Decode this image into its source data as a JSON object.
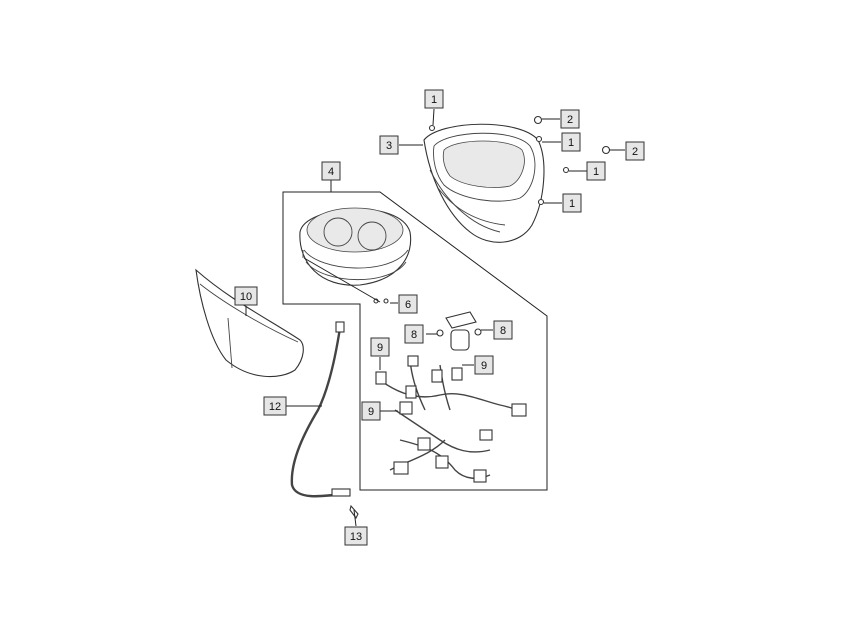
{
  "diagram": {
    "callouts": [
      {
        "id": "c1a",
        "label": "1"
      },
      {
        "id": "c1b",
        "label": "1"
      },
      {
        "id": "c1c",
        "label": "1"
      },
      {
        "id": "c1d",
        "label": "1"
      },
      {
        "id": "c2a",
        "label": "2"
      },
      {
        "id": "c2b",
        "label": "2"
      },
      {
        "id": "c3",
        "label": "3"
      },
      {
        "id": "c4",
        "label": "4"
      },
      {
        "id": "c6",
        "label": "6"
      },
      {
        "id": "c8a",
        "label": "8"
      },
      {
        "id": "c8b",
        "label": "8"
      },
      {
        "id": "c9a",
        "label": "9"
      },
      {
        "id": "c9b",
        "label": "9"
      },
      {
        "id": "c9c",
        "label": "9"
      },
      {
        "id": "c10",
        "label": "10"
      },
      {
        "id": "c12",
        "label": "12"
      },
      {
        "id": "c13",
        "label": "13"
      }
    ],
    "colors": {
      "line": "#333333",
      "label_fill": "#e6e6e6"
    }
  }
}
